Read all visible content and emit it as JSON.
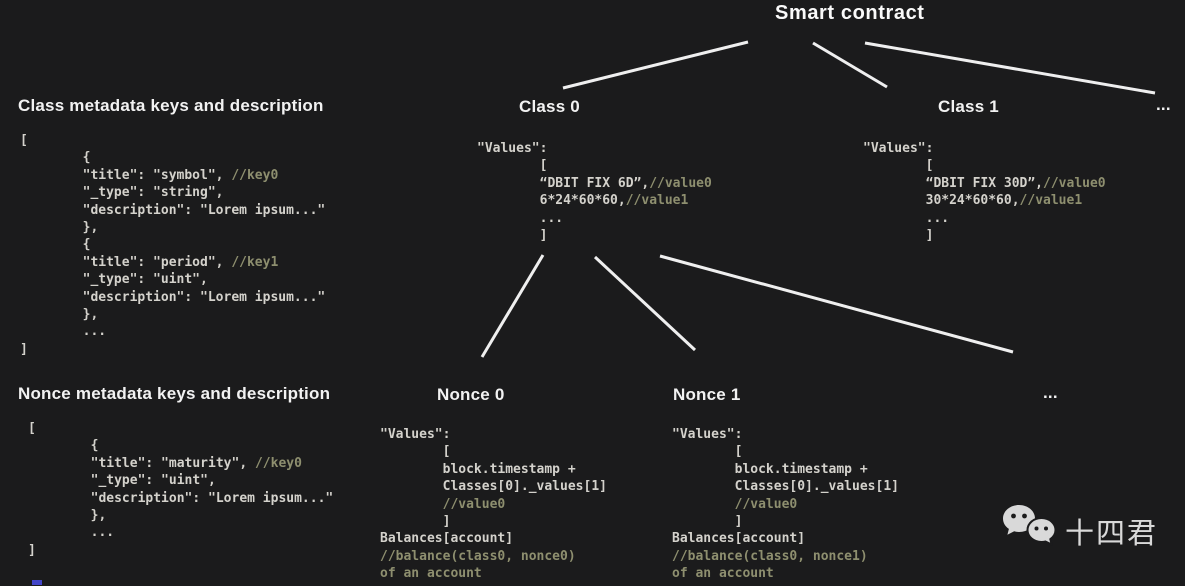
{
  "title": "Smart contract",
  "headings": {
    "class_meta": "Class metadata keys and description",
    "nonce_meta": "Nonce metadata keys and description",
    "class0": "Class 0",
    "class1": "Class 1",
    "classes_more": "...",
    "nonce0": "Nonce 0",
    "nonce1": "Nonce 1",
    "nonces_more": "..."
  },
  "code": {
    "class_meta": [
      [
        {
          "t": "[",
          "k": "c"
        }
      ],
      [
        {
          "t": "        {",
          "k": "c"
        }
      ],
      [
        {
          "t": "        \"title\": \"symbol\", ",
          "k": "c"
        },
        {
          "t": "//key0",
          "k": "m"
        }
      ],
      [
        {
          "t": "        \"_type\": \"string\",",
          "k": "c"
        }
      ],
      [
        {
          "t": "        \"description\": \"Lorem ipsum...\"",
          "k": "c"
        }
      ],
      [
        {
          "t": "        },",
          "k": "c"
        }
      ],
      [
        {
          "t": "        {",
          "k": "c"
        }
      ],
      [
        {
          "t": "        \"title\": \"period\", ",
          "k": "c"
        },
        {
          "t": "//key1",
          "k": "m"
        }
      ],
      [
        {
          "t": "        \"_type\": \"uint\",",
          "k": "c"
        }
      ],
      [
        {
          "t": "        \"description\": \"Lorem ipsum...\"",
          "k": "c"
        }
      ],
      [
        {
          "t": "        },",
          "k": "c"
        }
      ],
      [
        {
          "t": "        ...",
          "k": "c"
        }
      ],
      [
        {
          "t": "]",
          "k": "c"
        }
      ]
    ],
    "nonce_meta": [
      [
        {
          "t": "[",
          "k": "c"
        }
      ],
      [
        {
          "t": "        {",
          "k": "c"
        }
      ],
      [
        {
          "t": "        \"title\": \"maturity\", ",
          "k": "c"
        },
        {
          "t": "//key0",
          "k": "m"
        }
      ],
      [
        {
          "t": "        \"_type\": \"uint\",",
          "k": "c"
        }
      ],
      [
        {
          "t": "        \"description\": \"Lorem ipsum...\"",
          "k": "c"
        }
      ],
      [
        {
          "t": "        },",
          "k": "c"
        }
      ],
      [
        {
          "t": "        ...",
          "k": "c"
        }
      ],
      [
        {
          "t": "]",
          "k": "c"
        }
      ]
    ],
    "class0_values": [
      [
        {
          "t": "\"Values\":",
          "k": "c"
        }
      ],
      [
        {
          "t": "        [",
          "k": "c"
        }
      ],
      [
        {
          "t": "        “DBIT FIX 6D”,",
          "k": "c"
        },
        {
          "t": "//value0",
          "k": "m"
        }
      ],
      [
        {
          "t": "        6*24*60*60,",
          "k": "c"
        },
        {
          "t": "//value1",
          "k": "m"
        }
      ],
      [
        {
          "t": "        ...",
          "k": "c"
        }
      ],
      [
        {
          "t": "        ]",
          "k": "c"
        }
      ]
    ],
    "class1_values": [
      [
        {
          "t": "\"Values\":",
          "k": "c"
        }
      ],
      [
        {
          "t": "        [",
          "k": "c"
        }
      ],
      [
        {
          "t": "        “DBIT FIX 30D”,",
          "k": "c"
        },
        {
          "t": "//value0",
          "k": "m"
        }
      ],
      [
        {
          "t": "        30*24*60*60,",
          "k": "c"
        },
        {
          "t": "//value1",
          "k": "m"
        }
      ],
      [
        {
          "t": "        ...",
          "k": "c"
        }
      ],
      [
        {
          "t": "        ]",
          "k": "c"
        }
      ]
    ],
    "nonce0_values": [
      [
        {
          "t": "\"Values\":",
          "k": "c"
        }
      ],
      [
        {
          "t": "        [",
          "k": "c"
        }
      ],
      [
        {
          "t": "        block.timestamp +",
          "k": "c"
        }
      ],
      [
        {
          "t": "        Classes[0]._values[1]",
          "k": "c"
        }
      ],
      [
        {
          "t": "        ",
          "k": "c"
        },
        {
          "t": "//value0",
          "k": "m"
        }
      ],
      [
        {
          "t": "        ]",
          "k": "c"
        }
      ],
      [
        {
          "t": "Balances[account]",
          "k": "c"
        }
      ],
      [
        {
          "t": "//balance(class0, nonce0)",
          "k": "m"
        }
      ],
      [
        {
          "t": "of an account",
          "k": "m"
        }
      ]
    ],
    "nonce1_values": [
      [
        {
          "t": "\"Values\":",
          "k": "c"
        }
      ],
      [
        {
          "t": "        [",
          "k": "c"
        }
      ],
      [
        {
          "t": "        block.timestamp +",
          "k": "c"
        }
      ],
      [
        {
          "t": "        Classes[0]._values[1]",
          "k": "c"
        }
      ],
      [
        {
          "t": "        ",
          "k": "c"
        },
        {
          "t": "//value0",
          "k": "m"
        }
      ],
      [
        {
          "t": "        ]",
          "k": "c"
        }
      ],
      [
        {
          "t": "Balances[account]",
          "k": "c"
        }
      ],
      [
        {
          "t": "//balance(class0, nonce1)",
          "k": "m"
        }
      ],
      [
        {
          "t": "of an account",
          "k": "m"
        }
      ]
    ]
  },
  "watermark": {
    "icon": "wechat-icon",
    "text": "十四君"
  },
  "colors": {
    "background": "#1b1b1c",
    "heading_text": "#f2f2f2",
    "code_text": "#d4d2cc",
    "comment_text": "#8e8f6f",
    "connector_line": "#efefef",
    "watermark_text": "#d9d9d9",
    "cursor_blue": "#4245c8"
  }
}
